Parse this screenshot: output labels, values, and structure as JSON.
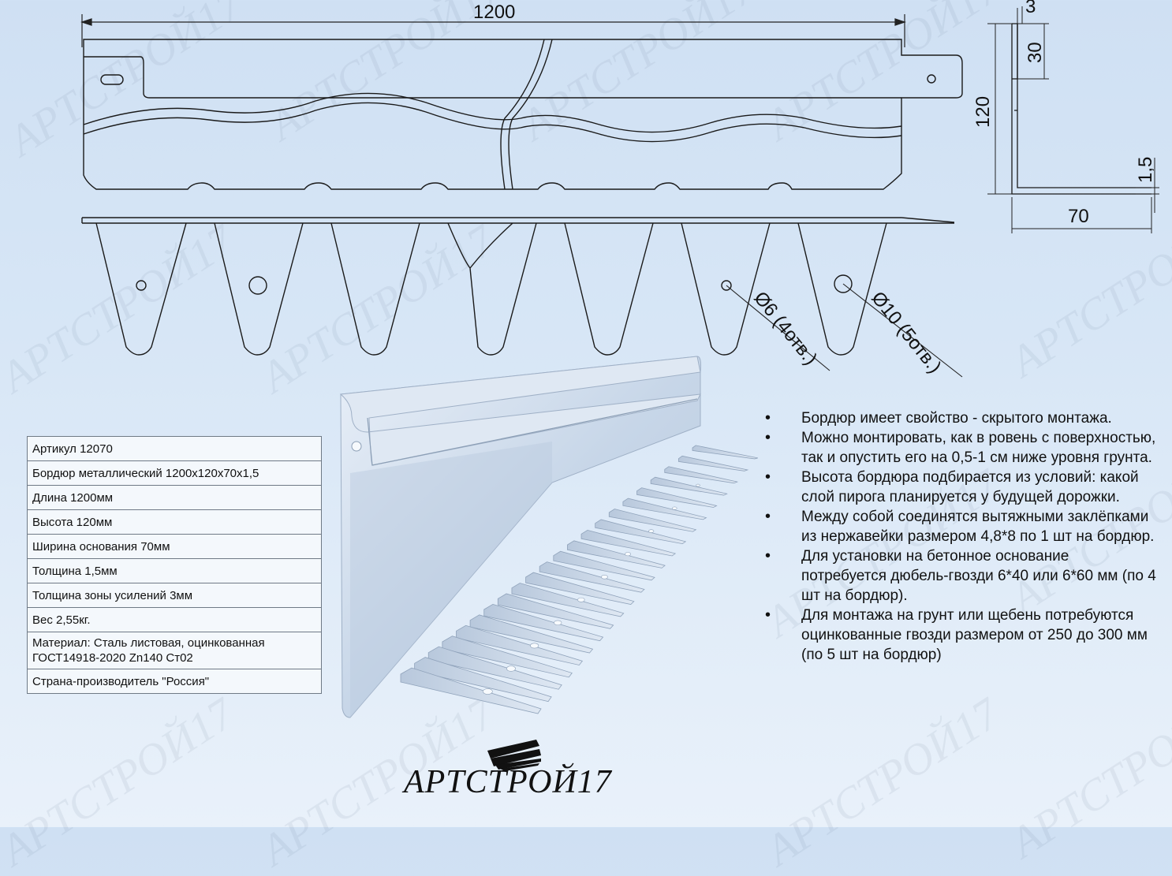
{
  "watermark_text": "АРТСТРОЙ17",
  "dimensions": {
    "length": "1200",
    "reinforcement_thickness": "3",
    "fold_height": "30",
    "height": "120",
    "thickness": "1,5",
    "base_width": "70",
    "hole_small": "Ø6 (4отв.)",
    "hole_large": "Ø10 (5отв.)"
  },
  "specs": [
    "Артикул 12070",
    "Бордюр металлический 1200x120x70x1,5",
    "Длина 1200мм",
    "Высота 120мм",
    "Ширина основания 70мм",
    "Толщина 1,5мм",
    "Толщина зоны усилений 3мм",
    "Вес 2,55кг.",
    [
      "Материал: Сталь листовая, оцинкованная",
      "ГОСТ14918-2020 Zn140 Ст02"
    ],
    "Страна-производитель \"Россия\""
  ],
  "features": [
    "Бордюр имеет свойство - скрытого монтажа.",
    "Можно монтировать, как в ровень с поверхностью, так и опустить его на 0,5-1 см ниже уровня грунта.",
    "Высота бордюра подбирается из условий: какой слой пирога планируется у будущей дорожки.",
    "Между собой соединятся вытяжными заклёпками из нержавейки размером 4,8*8 по 1 шт на бордюр.",
    "Для установки на бетонное основание потребуется дюбель-гвозди 6*40 или 6*60 мм (по 4 шт на бордюр).",
    "Для монтажа на грунт или щебень потребуются оцинкованные гвозди размером от 250 до 300 мм (по 5 шт на бордюр)"
  ],
  "logo": {
    "text": "АРТСТРОЙ17"
  },
  "colors": {
    "background": "#d7e6f6",
    "metal": "#c4d3e4",
    "line": "#1a1a1a"
  }
}
